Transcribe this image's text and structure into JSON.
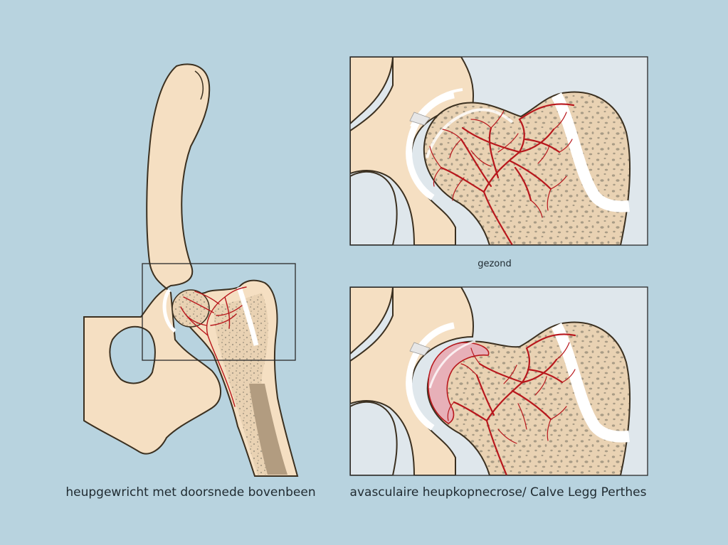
{
  "captions": {
    "main": "heupgewricht met doorsnede bovenbeen",
    "healthy": "gezond",
    "disease": "avasculaire heupkopnecrose/ Calve Legg Perthes"
  },
  "colors": {
    "background": "#b8d3df",
    "bone": "#f5dfc2",
    "bone_outline": "#3b3020",
    "cancellous_bone": "#e9d2b3",
    "bone_pores": "#a89b85",
    "marrow": "#b29c80",
    "cartilage": "#ffffff",
    "blood_vessel": "#b8171c",
    "inset_background": "#dfe7ec",
    "necrosis_rim": "#e7b0b8"
  }
}
